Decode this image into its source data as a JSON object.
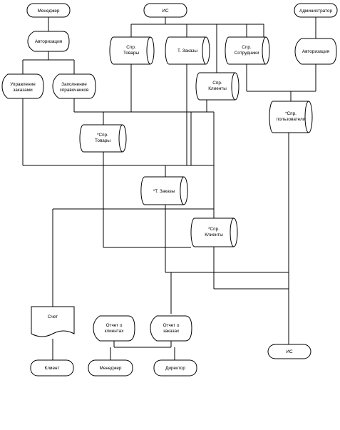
{
  "nodes": {
    "manager": "Менеджер",
    "is_top": "ИС",
    "administrator": "Администратор",
    "auth_manager": "Авторизация",
    "auth_admin": "Авторизация",
    "order_management": [
      "Управление",
      "заказами"
    ],
    "directory_filling": [
      "Заполнение",
      "справочников"
    ],
    "dir_goods": [
      "Спр.",
      "Товары"
    ],
    "t_orders": "Т. Заказы",
    "dir_employees": [
      "Спр.",
      "Сотрудники"
    ],
    "dir_clients": [
      "Спр.",
      "Клиенты"
    ],
    "dir_users": [
      "*Спр.",
      "пользователи"
    ],
    "dir_goods_star": [
      "*Спр.",
      "Товары"
    ],
    "t_orders_star": "*Т. Заказы",
    "dir_clients_star": [
      "*Спр.",
      "Клиенты"
    ],
    "invoice": "Счет",
    "client_report": [
      "Отчет о",
      "клиентах"
    ],
    "order_report": [
      "Отчет о",
      "заказах"
    ],
    "client": "Клиент",
    "manager_bottom": "Менеджер",
    "director": "Директор",
    "is_bottom": "ИС"
  }
}
